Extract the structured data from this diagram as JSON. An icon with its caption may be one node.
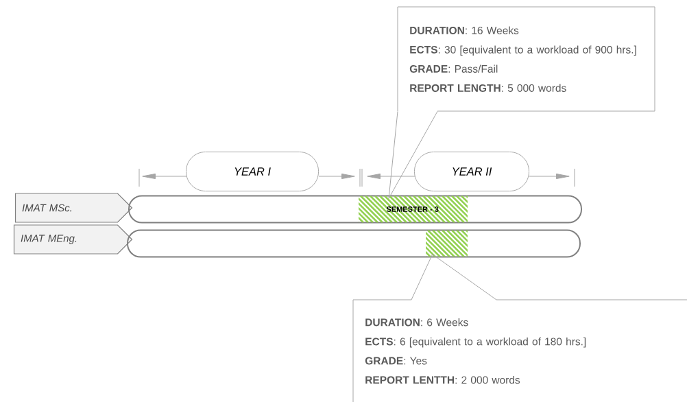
{
  "diagram": {
    "nodes": [
      {
        "text": [
          "**DURATION**: 16 Weeks",
          "**ECTS**: 30 [equivalent to a workload of 900 hrs.]",
          "**GRADE**: Pass/Fail",
          "**REPORT LENGTH**: 5 000 words"
        ]
      },
      {
        "text": [
          "YEAR I"
        ]
      },
      {
        "text": [
          "YEAR II"
        ]
      },
      {
        "text": [
          "IMAT MSc."
        ]
      },
      {
        "text": [],
        "shape": "bar"
      },
      {
        "text": [
          "SEMESTER - 3"
        ],
        "in": 4
      },
      {
        "text": [
          "IMAT MEng."
        ]
      },
      {
        "text": [],
        "shape": "bar"
      },
      {
        "text": [],
        "shape": "box",
        "in": 7
      },
      {
        "text": [
          "**DURATION**: 6 Weeks",
          "**ECTS**: 6 [equivalent to a workload of 180 hrs.]",
          "**GRADE**: Yes",
          "**REPORT LENTTH**: 2 000 words"
        ]
      }
    ],
    "edges": [
      {
        "from": 0,
        "to": 5,
        "arrow": "none"
      },
      {
        "from": 9,
        "to": 8,
        "arrow": "none"
      }
    ]
  }
}
